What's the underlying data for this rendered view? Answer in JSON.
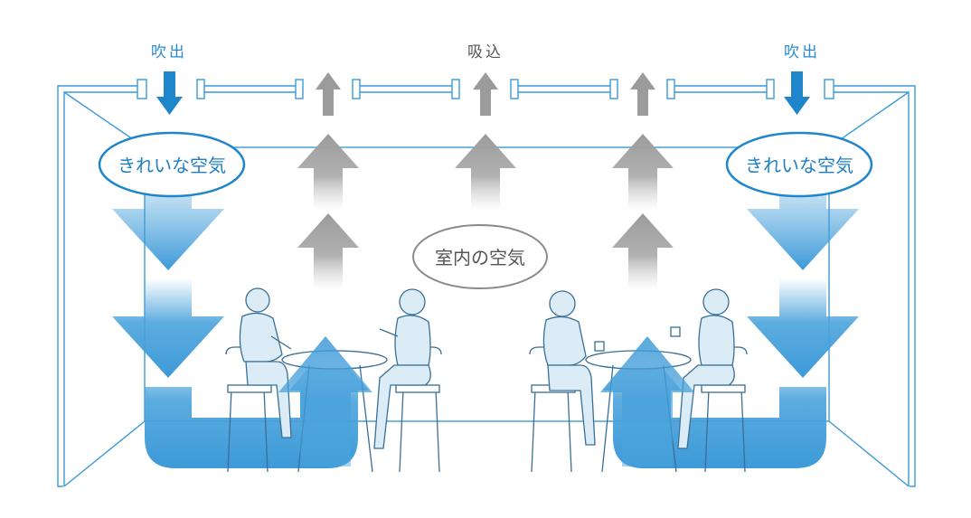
{
  "labels": {
    "outlet": "吹出",
    "intake": "吸込",
    "clean_air": "きれいな空気",
    "room_air": "室内の空気"
  },
  "colors": {
    "blue_label": "#2a8ad0",
    "blue_arrow": "#1f86cc",
    "blue_line": "#3a9ad8",
    "blue_flow": "#4aa3dc",
    "gray_arrow": "#9b9b9b",
    "gray_text": "#555555",
    "figure_fill": "#dcecf7",
    "figure_line": "#3a6f96"
  },
  "icons": [
    "outlet-arrow-icon",
    "intake-arrow-icon",
    "person-icon",
    "table-icon",
    "chair-icon"
  ]
}
